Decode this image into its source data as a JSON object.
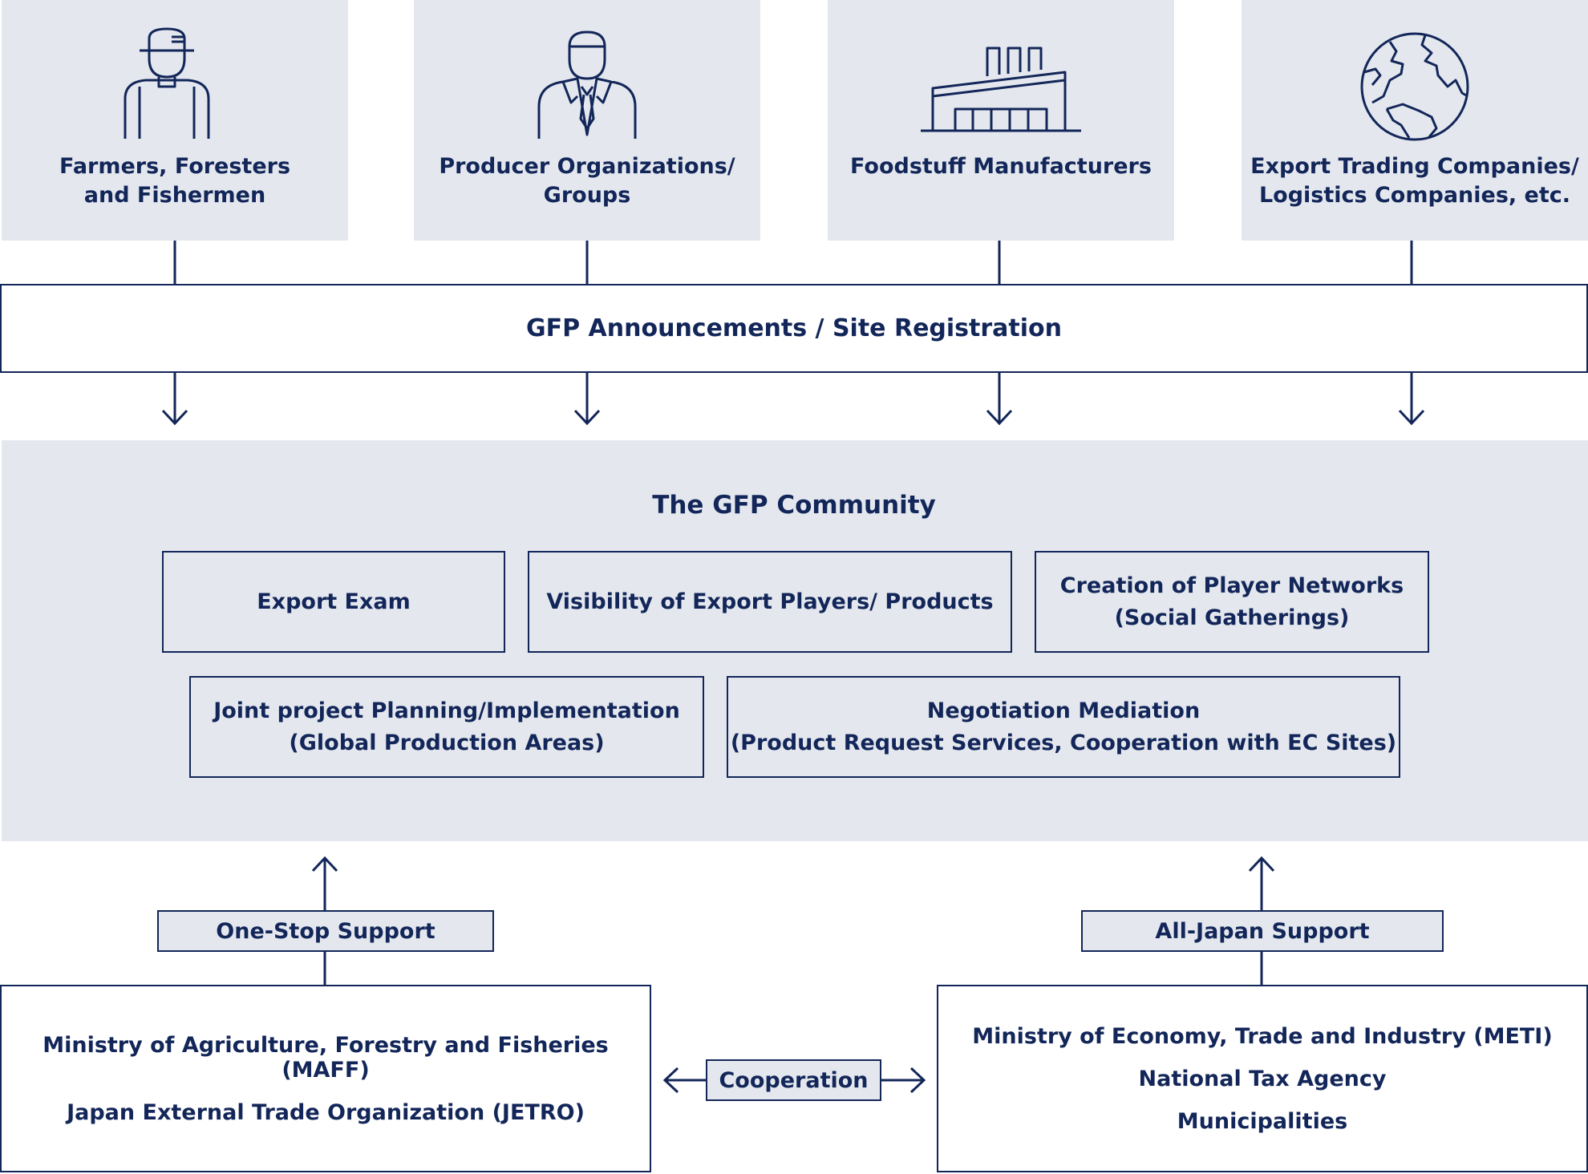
{
  "actors": [
    {
      "label": "Farmers, Foresters\nand Fishermen",
      "icon": "farmer-icon"
    },
    {
      "label": "Producer Organizations/\nGroups",
      "icon": "businessman-icon"
    },
    {
      "label": "Foodstuff Manufacturers",
      "icon": "factory-icon"
    },
    {
      "label": "Export Trading Companies/\nLogistics Companies, etc.",
      "icon": "globe-icon"
    }
  ],
  "registration_bar": "GFP Announcements / Site Registration",
  "community": {
    "title": "The GFP Community",
    "services": [
      "Export Exam",
      "Visibility of Export Players/ Products",
      "Creation of Player Networks\n(Social Gatherings)",
      "Joint project Planning/Implementation\n(Global Production Areas)",
      "Negotiation Mediation\n(Product Request Services, Cooperation with EC Sites)"
    ]
  },
  "support": {
    "left_tag": "One-Stop Support",
    "right_tag": "All-Japan Support",
    "cooperation": "Cooperation"
  },
  "organizations": {
    "left": [
      "Ministry of Agriculture, Forestry and Fisheries (MAFF)",
      "Japan External Trade Organization (JETRO)"
    ],
    "right": [
      "Ministry of Economy, Trade and Industry (METI)",
      "National Tax Agency",
      "Municipalities"
    ]
  },
  "colors": {
    "ink": "#132659",
    "panel": "#e4e8ee",
    "background": "#ffffff"
  }
}
